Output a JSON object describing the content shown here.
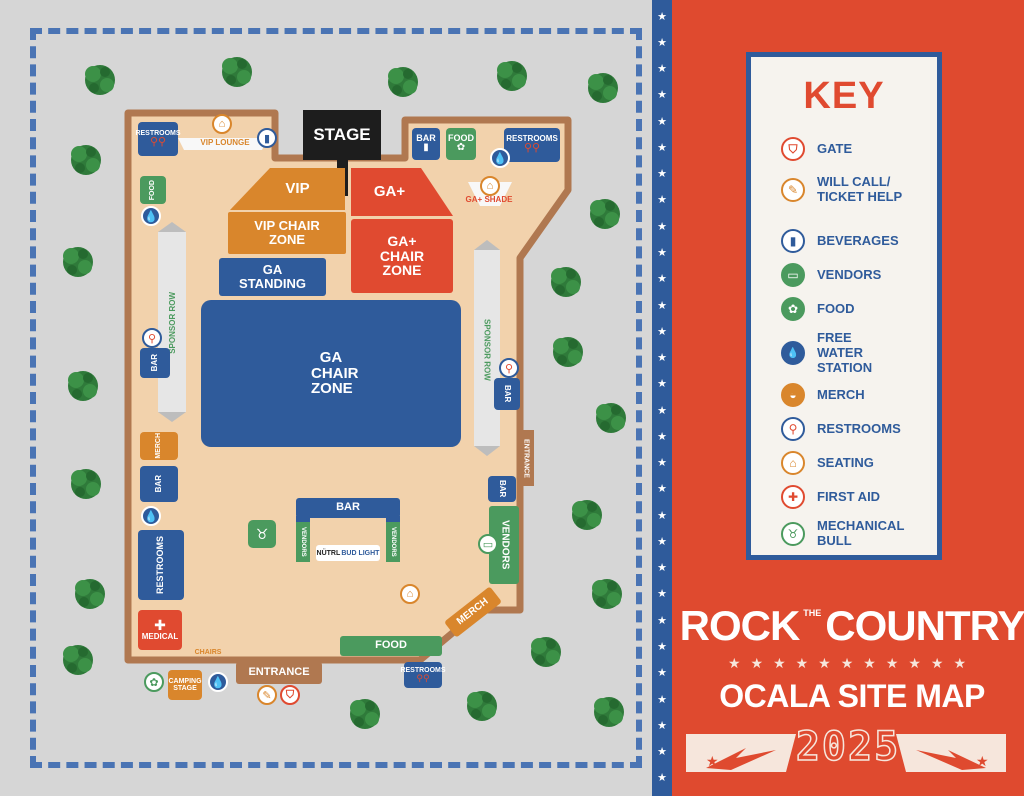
{
  "colors": {
    "grass": "#d6d6d6",
    "ground": "#f2d2ac",
    "border": "#b07850",
    "blue": "#2f5b9b",
    "orange": "#d9862c",
    "red": "#e04a30",
    "green": "#4b9a5e",
    "panel": "#df4a2f"
  },
  "map": {
    "stage": "STAGE",
    "vip": "VIP",
    "vip_chair_zone": "VIP CHAIR ZONE",
    "ga_plus": "GA+",
    "ga_plus_chair_zone": "GA+ CHAIR ZONE",
    "ga_standing": "GA STANDING",
    "ga_chair_zone": "GA CHAIR ZONE",
    "vip_lounge": "VIP LOUNGE",
    "ga_plus_shade": "GA+ SHADE",
    "restrooms": "RESTROOMS",
    "bar": "BAR",
    "food": "FOOD",
    "sponsor_row": "SPONSOR ROW",
    "merch": "MERCH",
    "vendors": "VENDORS",
    "medical": "MEDICAL",
    "chairs": "CHAIRS",
    "camping_stage": "CAMPING STAGE",
    "entrance": "ENTRANCE",
    "nutrl": "NÜTRL",
    "bud_light": "BUD LIGHT"
  },
  "key": {
    "title": "KEY",
    "items": [
      {
        "label": "GATE",
        "icon": "gate-icon",
        "color": "#e04a30",
        "glyph": "⛉"
      },
      {
        "label": "WILL CALL/ TICKET HELP",
        "icon": "ticket-icon",
        "color": "#d9862c",
        "glyph": "✎"
      },
      {
        "label": "BEVERAGES",
        "icon": "beverage-icon",
        "color": "#2f5b9b",
        "glyph": "▮"
      },
      {
        "label": "VENDORS",
        "icon": "vendors-icon",
        "color": "#4b9a5e",
        "glyph": "▭"
      },
      {
        "label": "FOOD",
        "icon": "food-icon",
        "color": "#4b9a5e",
        "glyph": "✿"
      },
      {
        "label": "FREE WATER STATION",
        "icon": "water-icon",
        "color": "#2f5b9b",
        "glyph": "💧"
      },
      {
        "label": "MERCH",
        "icon": "merch-icon",
        "color": "#d9862c",
        "glyph": "◒"
      },
      {
        "label": "RESTROOMS",
        "icon": "restroom-icon",
        "color": "#2f5b9b",
        "glyph": "⚲"
      },
      {
        "label": "SEATING",
        "icon": "seating-icon",
        "color": "#d9862c",
        "glyph": "⌂"
      },
      {
        "label": "FIRST AID",
        "icon": "first-aid-icon",
        "color": "#e04a30",
        "glyph": "✚"
      },
      {
        "label": "MECHANICAL BULL",
        "icon": "bull-icon",
        "color": "#4b9a5e",
        "glyph": "♉"
      }
    ]
  },
  "brand": {
    "rock": "ROCK",
    "the": "THE",
    "country": "COUNTRY",
    "site_map": "OCALA SITE MAP",
    "year": "2025"
  }
}
